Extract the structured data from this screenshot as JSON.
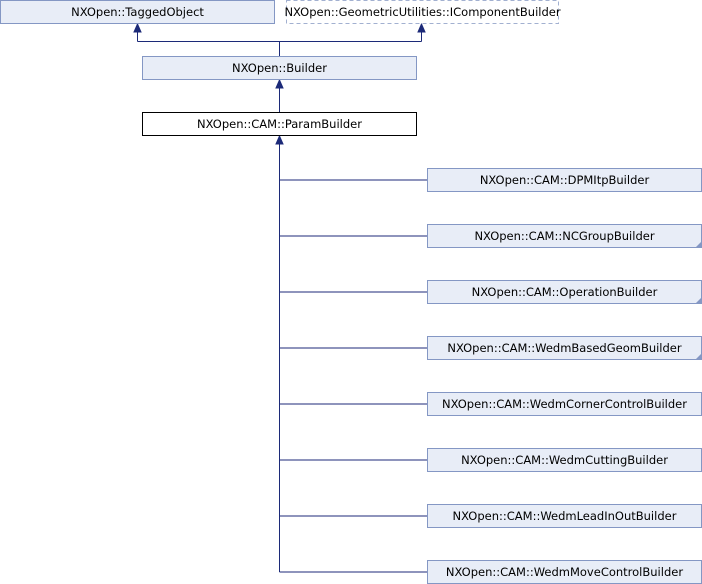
{
  "diagram": {
    "type": "inheritance-graph",
    "nodes": [
      {
        "id": "tagged_object",
        "label": "NXOpen::TaggedObject",
        "style": "normal",
        "has_more": false
      },
      {
        "id": "icomponent_builder",
        "label": "NXOpen::GeometricUtilities::IComponentBuilder",
        "style": "external",
        "has_more": false
      },
      {
        "id": "builder",
        "label": "NXOpen::Builder",
        "style": "normal",
        "has_more": false
      },
      {
        "id": "param_builder",
        "label": "NXOpen::CAM::ParamBuilder",
        "style": "current",
        "has_more": false
      },
      {
        "id": "dpmitp_builder",
        "label": "NXOpen::CAM::DPMItpBuilder",
        "style": "normal",
        "has_more": false
      },
      {
        "id": "ncgroup_builder",
        "label": "NXOpen::CAM::NCGroupBuilder",
        "style": "normal",
        "has_more": true
      },
      {
        "id": "operation_builder",
        "label": "NXOpen::CAM::OperationBuilder",
        "style": "normal",
        "has_more": true
      },
      {
        "id": "wedm_based_geom_builder",
        "label": "NXOpen::CAM::WedmBasedGeomBuilder",
        "style": "normal",
        "has_more": true
      },
      {
        "id": "wedm_corner_control_builder",
        "label": "NXOpen::CAM::WedmCornerControlBuilder",
        "style": "normal",
        "has_more": false
      },
      {
        "id": "wedm_cutting_builder",
        "label": "NXOpen::CAM::WedmCuttingBuilder",
        "style": "normal",
        "has_more": false
      },
      {
        "id": "wedm_lead_in_out_builder",
        "label": "NXOpen::CAM::WedmLeadInOutBuilder",
        "style": "normal",
        "has_more": false
      },
      {
        "id": "wedm_move_control_builder",
        "label": "NXOpen::CAM::WedmMoveControlBuilder",
        "style": "normal",
        "has_more": false
      }
    ],
    "edges": [
      {
        "from": "builder",
        "to": "tagged_object"
      },
      {
        "from": "builder",
        "to": "icomponent_builder"
      },
      {
        "from": "param_builder",
        "to": "builder"
      },
      {
        "from": "dpmitp_builder",
        "to": "param_builder"
      },
      {
        "from": "ncgroup_builder",
        "to": "param_builder"
      },
      {
        "from": "operation_builder",
        "to": "param_builder"
      },
      {
        "from": "wedm_based_geom_builder",
        "to": "param_builder"
      },
      {
        "from": "wedm_corner_control_builder",
        "to": "param_builder"
      },
      {
        "from": "wedm_cutting_builder",
        "to": "param_builder"
      },
      {
        "from": "wedm_lead_in_out_builder",
        "to": "param_builder"
      },
      {
        "from": "wedm_move_control_builder",
        "to": "param_builder"
      }
    ]
  }
}
